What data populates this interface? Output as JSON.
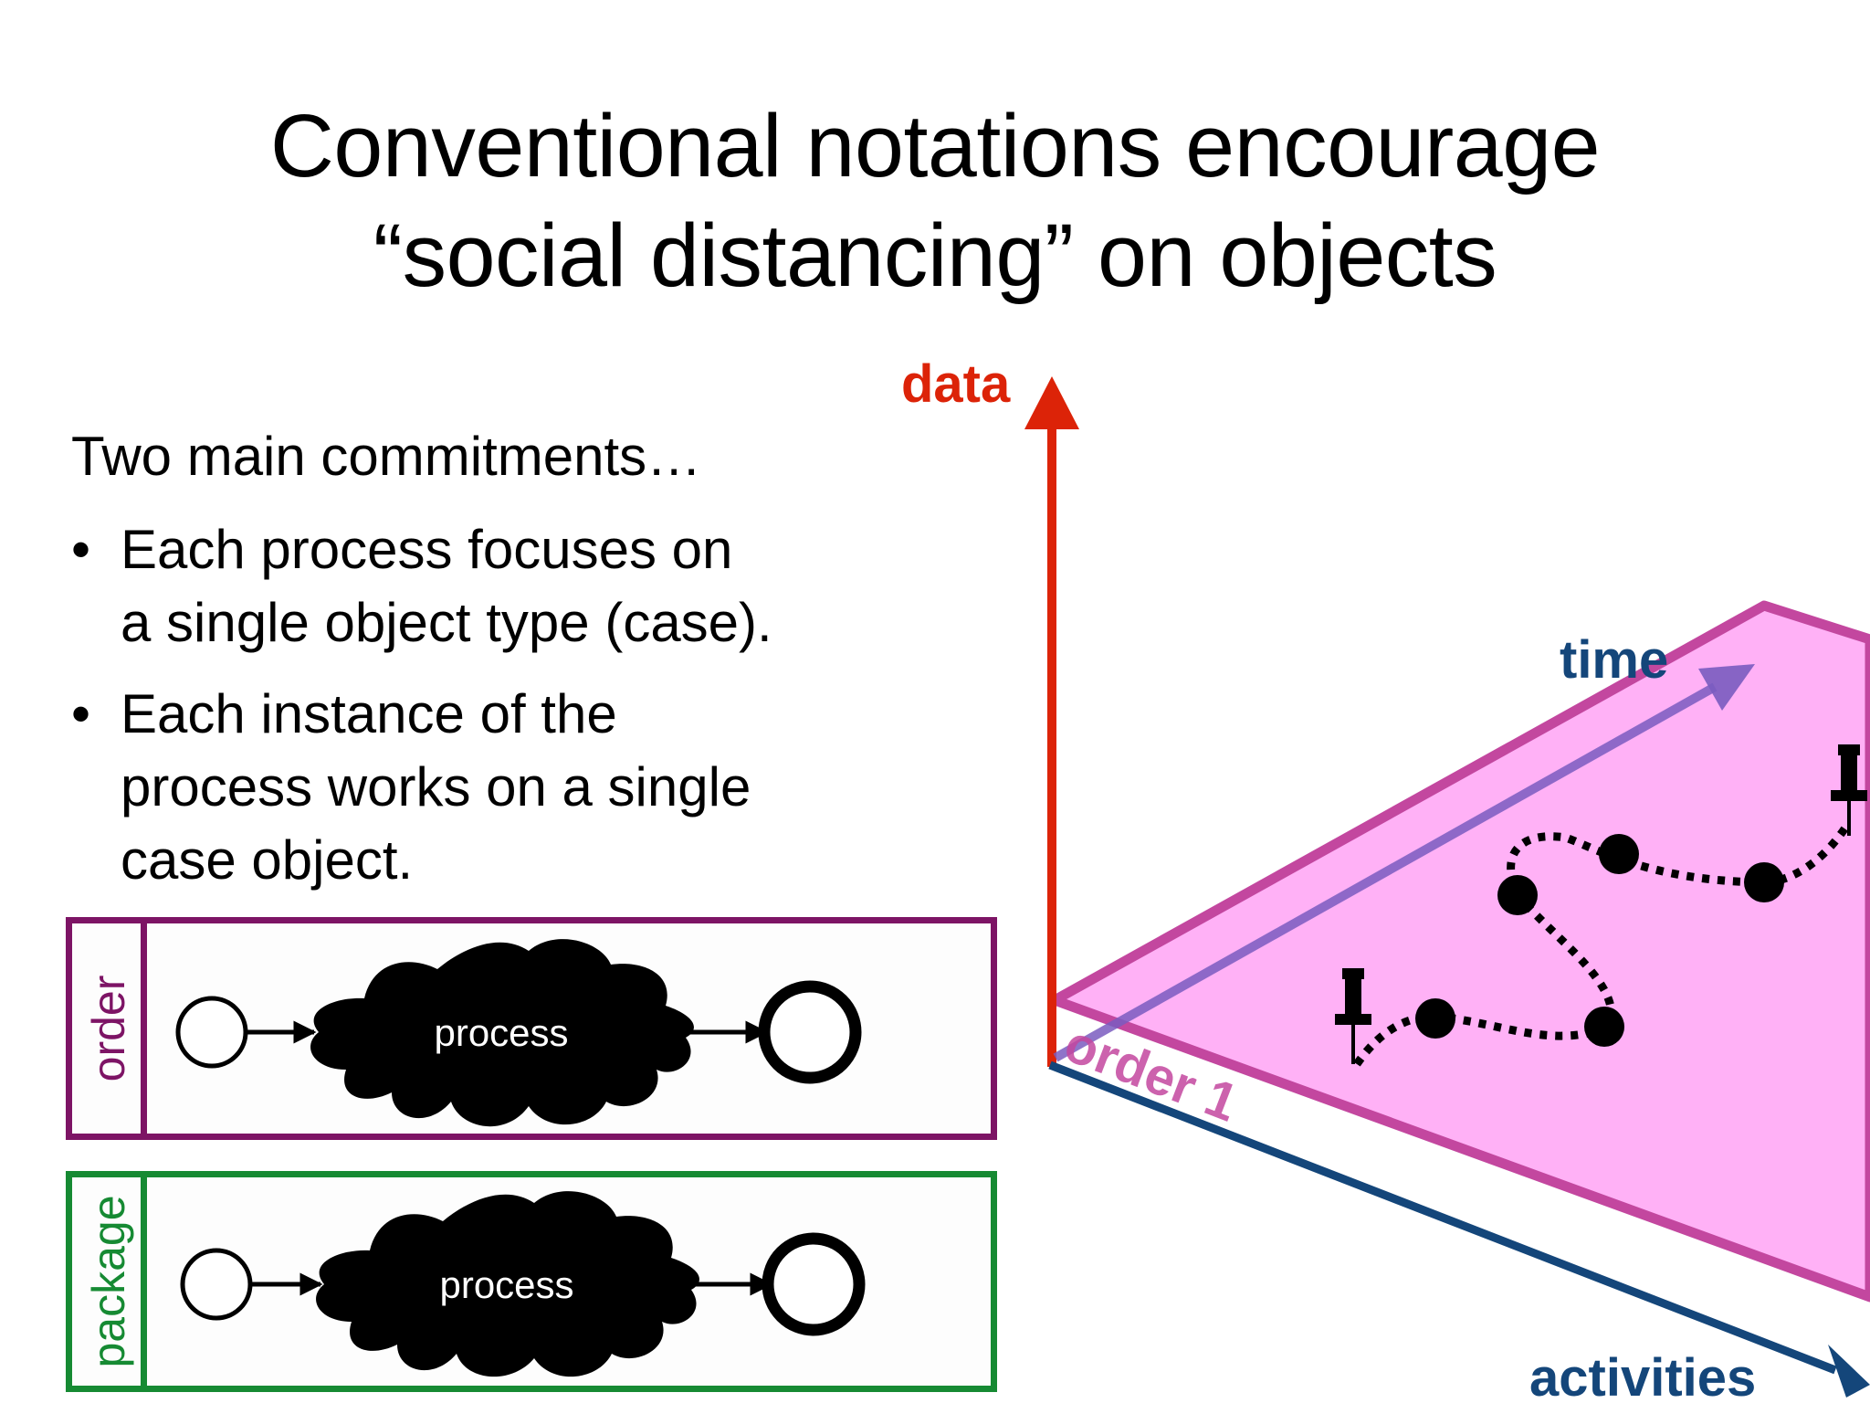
{
  "slide": {
    "title_line1": "Conventional notations encourage",
    "title_line2": "“social distancing” on objects",
    "intro": "Two main commitments…",
    "bullet_char": "•",
    "bullets": [
      {
        "line1": "Each process focuses on",
        "line2": "a single object type (case).",
        "line3": ""
      },
      {
        "line1": "Each instance of the",
        "line2": "process works on a single",
        "line3": "case object."
      }
    ]
  },
  "pools": [
    {
      "label": "order",
      "process_label": "process",
      "color": "#7d1465"
    },
    {
      "label": "package",
      "process_label": "process",
      "color": "#168a33"
    }
  ],
  "axes": {
    "data_label": "data",
    "time_label": "time",
    "activities_label": "activities",
    "plane_label": "order 1",
    "data_color": "#dc2308",
    "time_color": "#7a5cc0",
    "activities_color": "#14467a",
    "plane_color": "#ffb1f6",
    "plane_border_color": "#c3479f"
  },
  "icons": [
    "pushpin-icon",
    "pushpin-icon"
  ]
}
